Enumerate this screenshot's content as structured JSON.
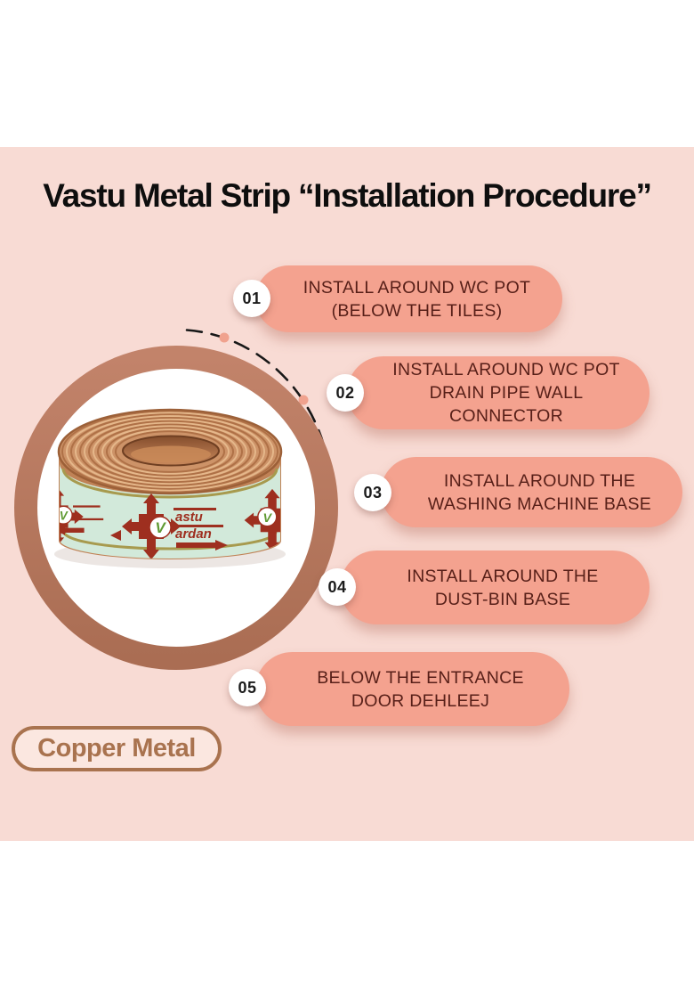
{
  "title": "Vastu Metal Strip “Installation Procedure”",
  "steps": [
    {
      "num": "01",
      "lines": [
        "INSTALL AROUND WC POT",
        "(BELOW THE TILES)"
      ]
    },
    {
      "num": "02",
      "lines": [
        "INSTALL AROUND WC POT",
        "DRAIN PIPE WALL",
        "CONNECTOR"
      ]
    },
    {
      "num": "03",
      "lines": [
        "INSTALL AROUND THE",
        "WASHING MACHINE BASE"
      ]
    },
    {
      "num": "04",
      "lines": [
        "INSTALL AROUND THE",
        "DUST-BIN BASE"
      ]
    },
    {
      "num": "05",
      "lines": [
        "BELOW THE ENTRANCE",
        "DOOR DEHLEEJ"
      ]
    }
  ],
  "badge": {
    "label": "Copper Metal"
  },
  "product": {
    "brand_top": "astu",
    "brand_bottom": "ardan",
    "logo_letter": "V"
  },
  "colors": {
    "background": "#f8dbd4",
    "pill": "#f4a28f",
    "pill_text": "#571f18",
    "ring_brown": "#b87a62",
    "badge_brown": "#a9734f",
    "connector_dot": "#f0a28e",
    "label_mint": "#d2e9da",
    "label_gold": "#a79a4e",
    "logo_maroon": "#9e2f1f"
  }
}
